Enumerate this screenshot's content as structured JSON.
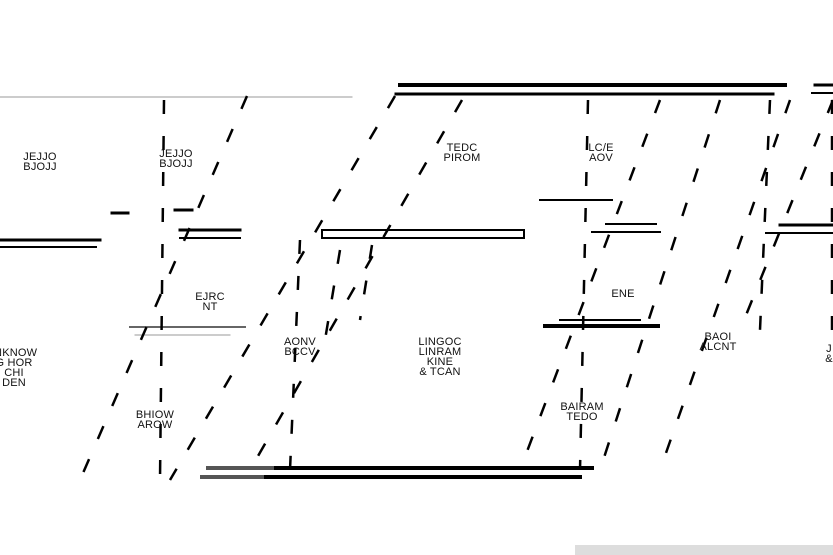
{
  "plan": {
    "colors": {
      "background": "#ffffff",
      "walls": "#000000",
      "dashes": "#000000",
      "gray_wall": "#555555"
    },
    "rooms": [
      {
        "id": "r1",
        "lines": [
          "JEJJO",
          "BJOJJ"
        ]
      },
      {
        "id": "r2",
        "lines": [
          "",
          "JEJJO",
          "BJOJJ"
        ]
      },
      {
        "id": "r3",
        "lines": [
          "TEDC",
          "PIROM"
        ]
      },
      {
        "id": "r4",
        "lines": [
          "LC/E",
          "AOV"
        ]
      },
      {
        "id": "r5",
        "lines": [
          "EJRC",
          "NT"
        ]
      },
      {
        "id": "r6",
        "lines": [
          "ENE"
        ]
      },
      {
        "id": "r7",
        "lines": [
          "AONV",
          "BCCV"
        ]
      },
      {
        "id": "r8",
        "lines": [
          "LINGOC",
          "LINRAM",
          "KINE",
          "& TCAN"
        ]
      },
      {
        "id": "r9",
        "lines": [
          "BAOI",
          "ALCNT"
        ]
      },
      {
        "id": "r10",
        "lines": [
          "INKNOW",
          "G HOR",
          "CHI",
          "DEN"
        ]
      },
      {
        "id": "r11",
        "lines": [
          "BHIOW",
          "AROW"
        ]
      },
      {
        "id": "r12",
        "lines": [
          "BAIRAM",
          "TEDO"
        ]
      },
      {
        "id": "r13",
        "lines": [
          "J",
          "&"
        ]
      }
    ]
  }
}
